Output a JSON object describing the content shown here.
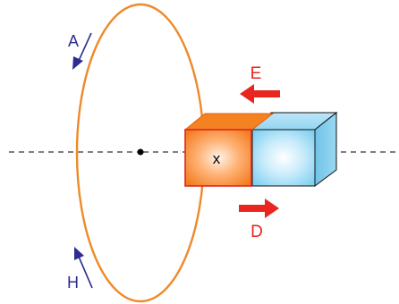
{
  "labels": {
    "a": "A",
    "e": "E",
    "d": "D",
    "h": "H",
    "x": "x"
  },
  "colors": {
    "loop": "#ee8a2a",
    "blue_arrow": "#2d2d8f",
    "red_arrow": "#e8261f",
    "orange_block": "#f58220",
    "blue_block": "#7fd0f0",
    "axis": "#333333"
  },
  "icons": {
    "loop": "ellipse-loop",
    "center": "center-dot",
    "left_arrow": "arrow-left",
    "right_arrow": "arrow-right"
  }
}
